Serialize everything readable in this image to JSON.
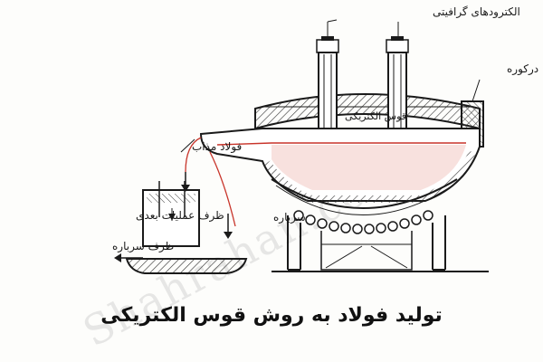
{
  "diagram": {
    "labels": {
      "electrodes": "الکترودهای گرافیتی",
      "furnace_door": "درکوره",
      "arc": "قوس الکتریکی",
      "molten_steel": "فولاد مذاب",
      "slag": "سرباره",
      "ladle": "ظرف عملیات بعدی",
      "slag_pot": "ظرف سرباره"
    },
    "watermark": "Shahrahan.com",
    "colors": {
      "ink": "#1a1a1a",
      "molten_line": "#c8342a",
      "molten_fill": "#f3c9c3",
      "background": "#fdfdfb"
    }
  },
  "caption": "تولید فولاد به روش قوس الکتریکی"
}
